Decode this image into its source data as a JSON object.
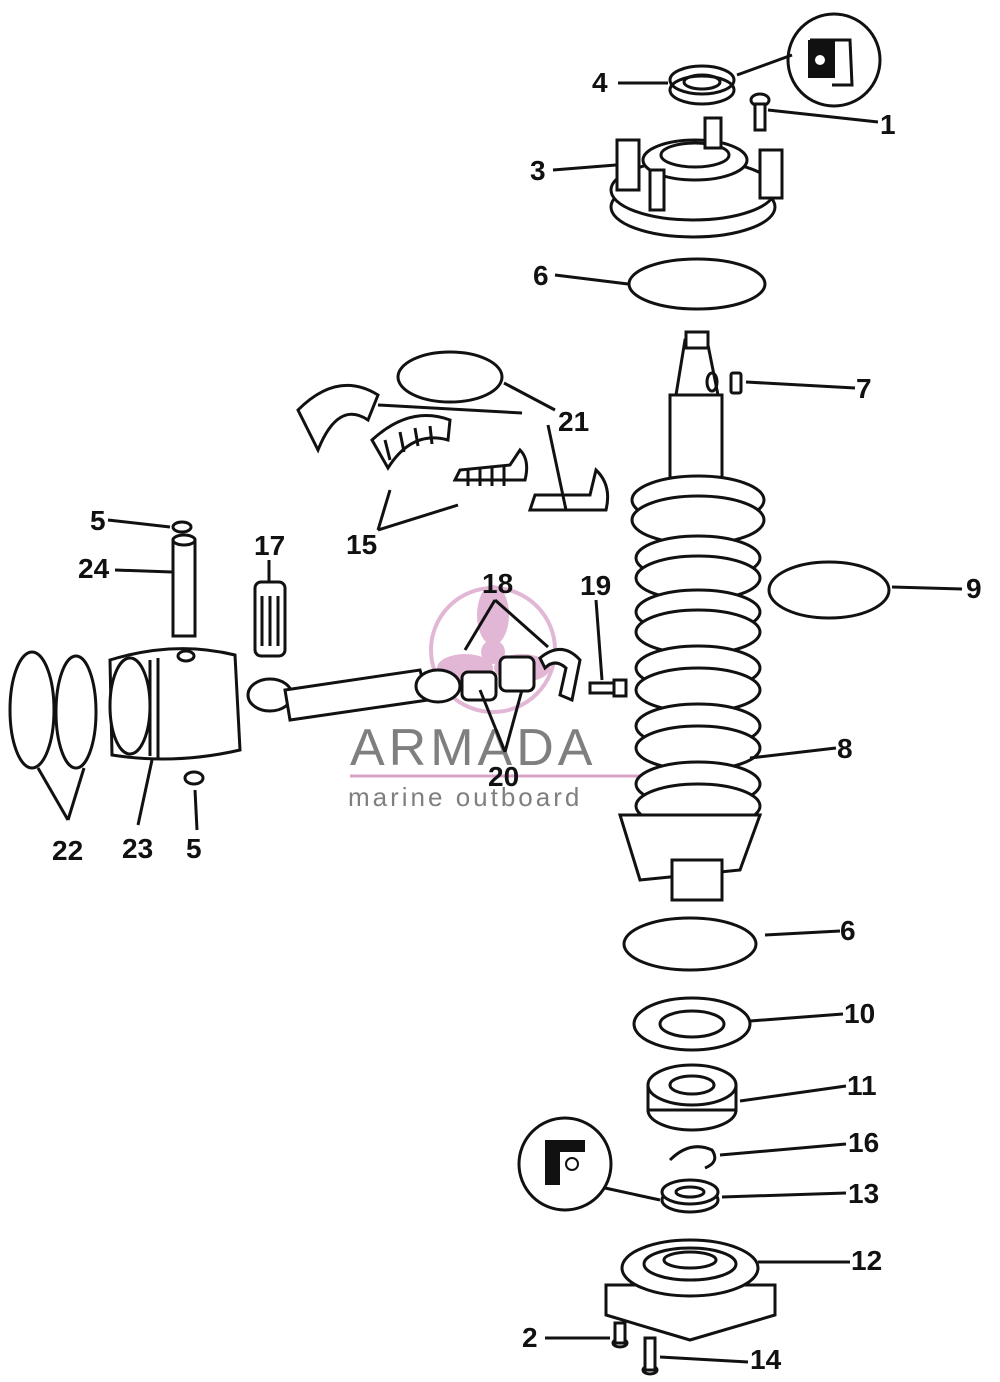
{
  "watermark": {
    "title": "ARMADA",
    "subtitle": "marine outboard",
    "accent_color": "#d9a0c8"
  },
  "callouts": {
    "c1": "1",
    "c2": "2",
    "c3": "3",
    "c4": "4",
    "c5a": "5",
    "c5b": "5",
    "c6a": "6",
    "c6b": "6",
    "c7": "7",
    "c8": "8",
    "c9": "9",
    "c10": "10",
    "c11": "11",
    "c12": "12",
    "c13": "13",
    "c14": "14",
    "c15": "15",
    "c16": "16",
    "c17": "17",
    "c18": "18",
    "c19": "19",
    "c20": "20",
    "c21": "21",
    "c22": "22",
    "c23": "23",
    "c24": "24"
  }
}
